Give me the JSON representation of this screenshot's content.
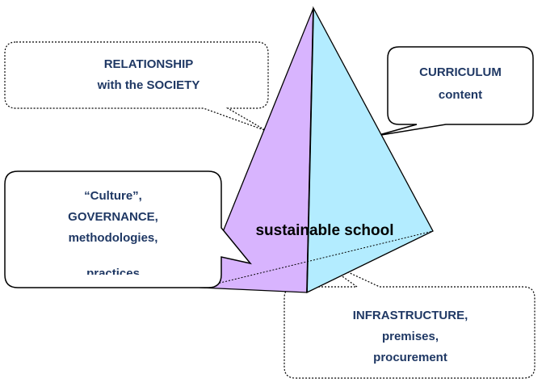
{
  "colors": {
    "left_face": "#d8b4fe",
    "right_face": "#b3ecff",
    "edge": "#000000",
    "callout_text": "#1f3864",
    "center_text": "#000000"
  },
  "center_label": "sustainable school",
  "callouts": {
    "relationship": {
      "lines": [
        "RELATIONSHIP",
        "with the SOCIETY"
      ],
      "border": "dotted"
    },
    "curriculum": {
      "lines": [
        "CURRICULUM",
        "content"
      ],
      "border": "solid"
    },
    "culture": {
      "lines": [
        "“Culture”,",
        "GOVERNANCE,",
        "methodologies,",
        "practices"
      ],
      "border": "solid"
    },
    "infrastructure": {
      "lines": [
        "INFRASTRUCTURE,",
        "premises,",
        "procurement"
      ],
      "border": "dotted"
    }
  }
}
